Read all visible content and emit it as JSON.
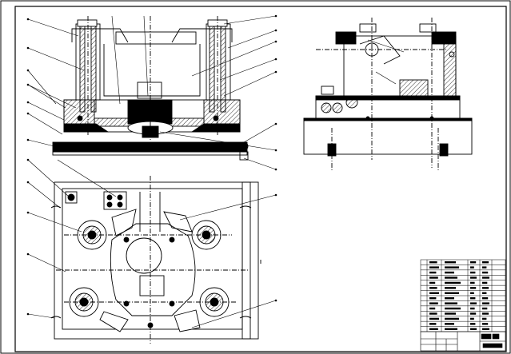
{
  "drawing": {
    "kind": "mechanical assembly drawing",
    "views": [
      "front-section-view",
      "side-view",
      "plan-view"
    ],
    "line_color": "#000000",
    "background": "#ffffff"
  },
  "title_block": {
    "cells": [
      "",
      "",
      "",
      "",
      "",
      ""
    ]
  }
}
